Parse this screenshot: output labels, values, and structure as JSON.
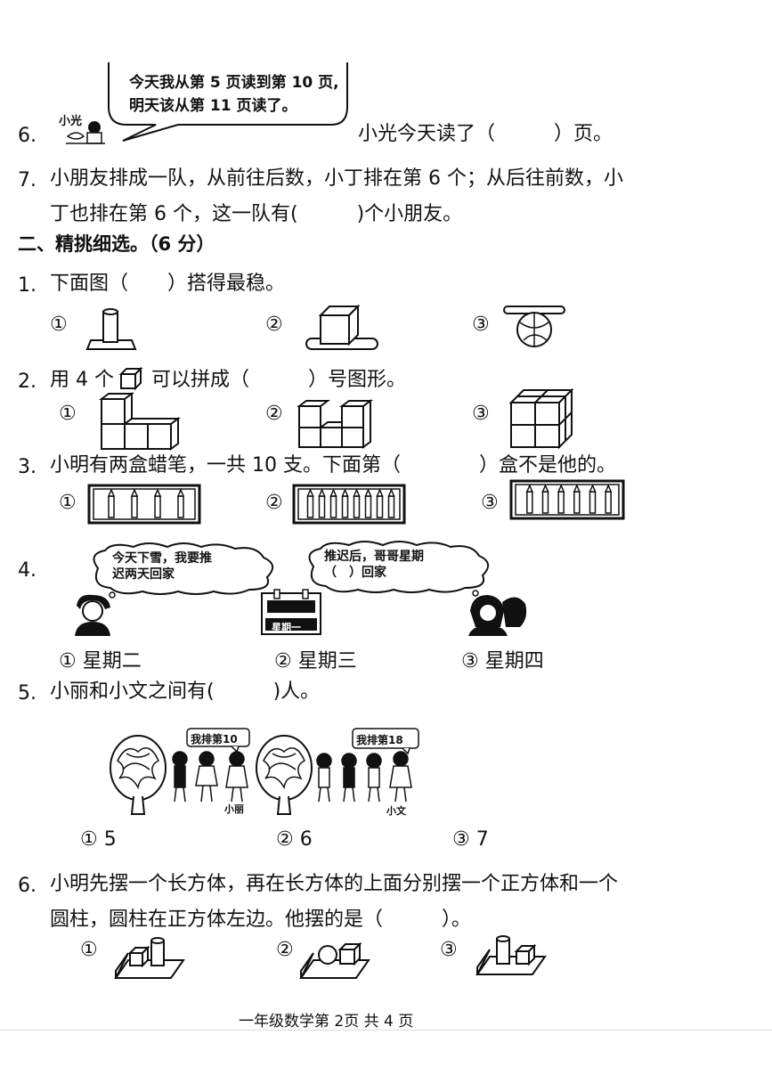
{
  "q6_top": {
    "number": "6.",
    "speaker": "小光",
    "bubble_line1": "今天我从第 5 页读到第 10 页,",
    "bubble_line2": "明天该从第 11 页读了。",
    "question": "小光今天读了（　　　）页。"
  },
  "q7": {
    "number": "7.",
    "line1": "小朋友排成一队，从前往后数，小丁排在第 6 个；从后往前数，小",
    "line2": "丁也排在第 6 个，这一队有(　　　)个小朋友。"
  },
  "section2": {
    "title": "二、精挑细选。（6 分）"
  },
  "s2q1": {
    "number": "1.",
    "text": "下面图（　　）搭得最稳。",
    "options": [
      "①",
      "②",
      "③"
    ]
  },
  "s2q2": {
    "number": "2.",
    "text_before": "用 4 个",
    "text_after": "可以拼成（　　　）号图形。",
    "options": [
      "①",
      "②",
      "③"
    ]
  },
  "s2q3": {
    "number": "3.",
    "text": "小明有两盒蜡笔，一共 10 支。下面第（　　　　）盒不是他的。",
    "options": [
      "①",
      "②",
      "③"
    ],
    "crayon_counts": [
      4,
      8,
      6
    ]
  },
  "s2q4": {
    "number": "4.",
    "thought_left_line1": "今天下雪，我要推",
    "thought_left_line2": "迟两天回家",
    "thought_right_line1": "推迟后，哥哥星期",
    "thought_right_line2": "（　）回家",
    "calendar_label": "星期一",
    "options": [
      "① 星期二",
      "② 星期三",
      "③ 星期四"
    ]
  },
  "s2q5": {
    "number": "5.",
    "text": "小丽和小文之间有(　　　)人。",
    "sign_left": "我排第10",
    "sign_right": "我排第18",
    "name_left": "小丽",
    "name_right": "小文",
    "options": [
      "① 5",
      "② 6",
      "③ 7"
    ]
  },
  "s2q6": {
    "number": "6.",
    "line1": "小明先摆一个长方体，再在长方体的上面分别摆一个正方体和一个",
    "line2": "圆柱，圆柱在正方体左边。他摆的是（　　　）。",
    "options": [
      "①",
      "②",
      "③"
    ]
  },
  "footer": {
    "text": "一年级数学第 2页  共 4 页"
  }
}
